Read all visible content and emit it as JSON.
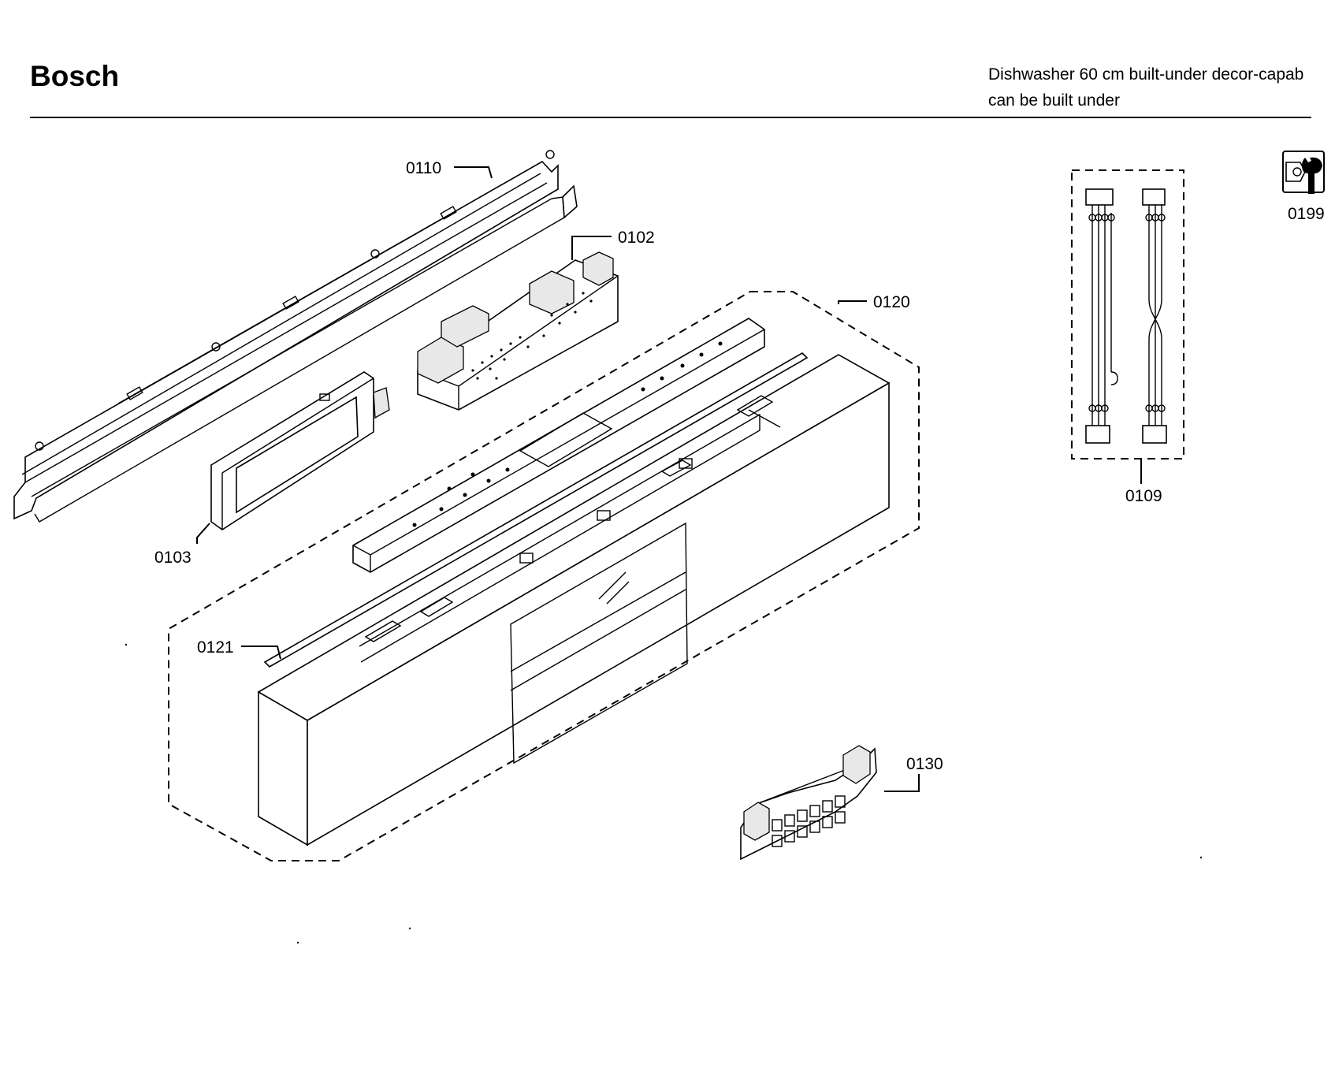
{
  "header": {
    "brand": "Bosch",
    "title_line1": "Dishwasher 60 cm built-under decor-capab",
    "title_line2": "can be built under"
  },
  "parts": [
    {
      "id": "p0110",
      "label": "0110"
    },
    {
      "id": "p0102",
      "label": "0102"
    },
    {
      "id": "p0120",
      "label": "0120"
    },
    {
      "id": "p0103",
      "label": "0103"
    },
    {
      "id": "p0121",
      "label": "0121"
    },
    {
      "id": "p0130",
      "label": "0130"
    },
    {
      "id": "p0109",
      "label": "0109"
    },
    {
      "id": "p0199",
      "label": "0199"
    }
  ],
  "icons": {
    "tool": "wrench-icon"
  }
}
